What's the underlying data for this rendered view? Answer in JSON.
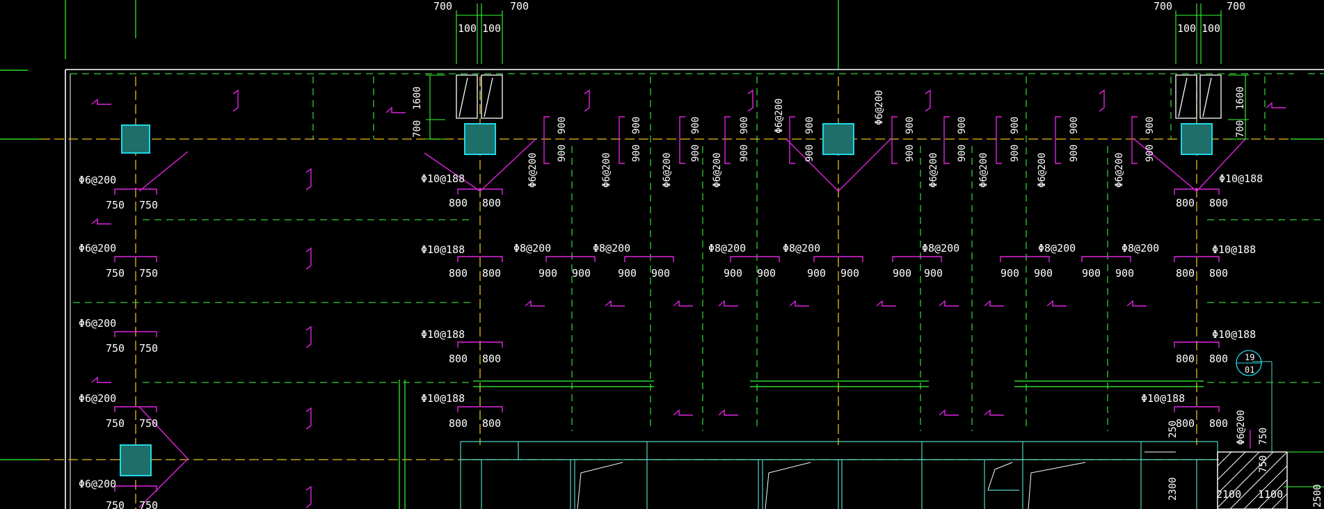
{
  "colors": {
    "background": "#000000",
    "outline": "#ffffff",
    "dashed_line": "#33cc33",
    "solid_line": "#33ff33",
    "axis_line": "#e8c01a",
    "rebar": "#e024e0",
    "column_fill": "#1e6e6a",
    "column_border": "#22d8e6",
    "text": "#ffffff"
  },
  "labels": {
    "phi6": "Φ6@200",
    "phi8": "Φ8@200",
    "phi10": "Φ10@188",
    "d100": "100",
    "d700": "700",
    "d750": "750",
    "d800": "800",
    "d900": "900",
    "d1600": "1600",
    "d250": "250",
    "d2300": "2300",
    "d2100": "2100",
    "d1100": "1100",
    "d2500": "2500",
    "tag_top": "19",
    "tag_bottom": "01"
  }
}
